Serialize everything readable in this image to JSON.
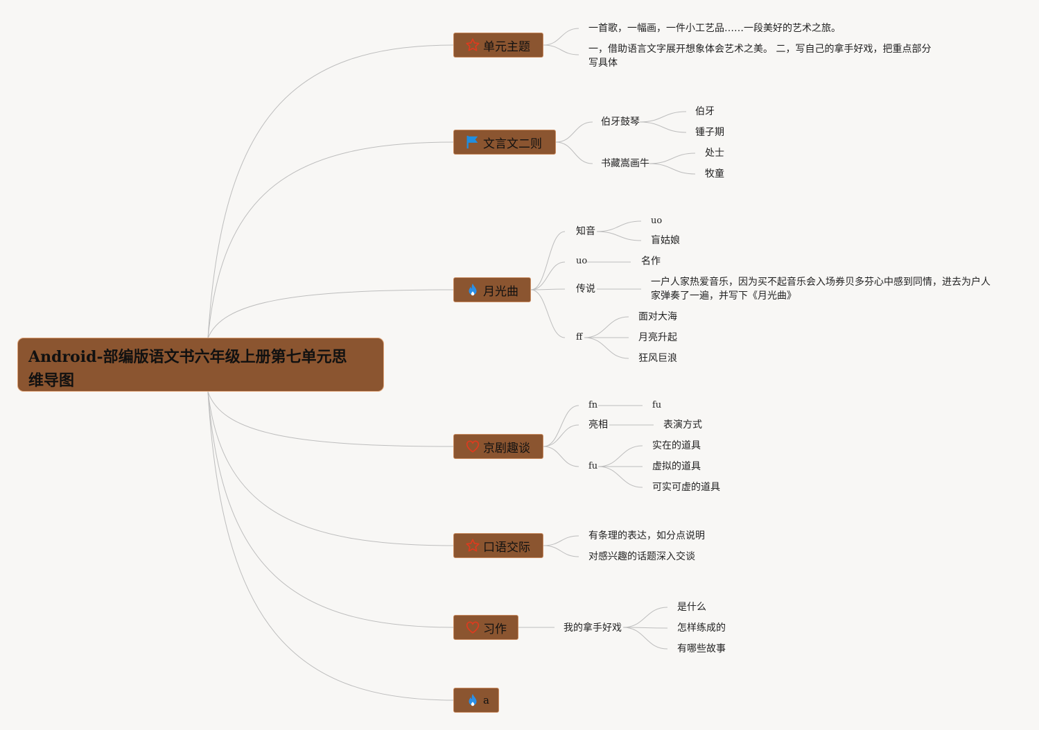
{
  "root": {
    "title_line1": "Android-部编版语文书六年级上册第七单元思",
    "title_line2": "维导图"
  },
  "branches": [
    {
      "label": "单元主题",
      "icon": "star-outline-icon",
      "color": "#e03a1e",
      "items": [
        {
          "text": "一首歌，一幅画，一件小工艺品……一段美好的艺术之旅。"
        },
        {
          "text_line1": "一，借助语言文字展开想象体会艺术之美。 二，写自己的拿手好戏，把重点部分",
          "text_line2": "写具体"
        }
      ]
    },
    {
      "label": "文言文二则",
      "icon": "flag-icon",
      "color": "#1f8ee0",
      "items": [
        {
          "text": "伯牙鼓琴",
          "children": [
            "伯牙",
            "锺子期"
          ]
        },
        {
          "text": "书藏嵩画牛",
          "children": [
            "处士",
            "牧童"
          ]
        }
      ]
    },
    {
      "label": "月光曲",
      "icon": "flame-icon",
      "color": "#2a8fe6",
      "items": [
        {
          "text": "知音",
          "children": [
            "uo",
            "盲姑娘"
          ]
        },
        {
          "text": "uo",
          "children": [
            "名作"
          ]
        },
        {
          "text": "传说",
          "child_line1": "一户人家热爱音乐，因为买不起音乐会入场券贝多芬心中感到同情，进去为户人",
          "child_line2": "家弹奏了一遍，并写下《月光曲》"
        },
        {
          "text": "ff",
          "children": [
            "面对大海",
            "月亮升起",
            "狂风巨浪"
          ]
        }
      ]
    },
    {
      "label": "京剧趣谈",
      "icon": "heart-outline-icon",
      "color": "#e03a1e",
      "items": [
        {
          "text": "fn",
          "children": [
            "fu"
          ]
        },
        {
          "text": "亮相",
          "children": [
            "表演方式"
          ]
        },
        {
          "text": "fu",
          "children": [
            "实在的道具",
            "虚拟的道具",
            "可实可虚的道具"
          ]
        }
      ]
    },
    {
      "label": "口语交际",
      "icon": "star-outline-icon",
      "color": "#e03a1e",
      "items": [
        {
          "text": "有条理的表达，如分点说明"
        },
        {
          "text": "对感兴趣的话题深入交谈"
        }
      ]
    },
    {
      "label": "习作",
      "icon": "heart-outline-icon",
      "color": "#e03a1e",
      "items": [
        {
          "text": "我的拿手好戏",
          "children": [
            "是什么",
            "怎样练成的",
            "有哪些故事"
          ]
        }
      ]
    },
    {
      "label": "a",
      "icon": "flame-icon",
      "color": "#2a8fe6",
      "items": []
    }
  ]
}
